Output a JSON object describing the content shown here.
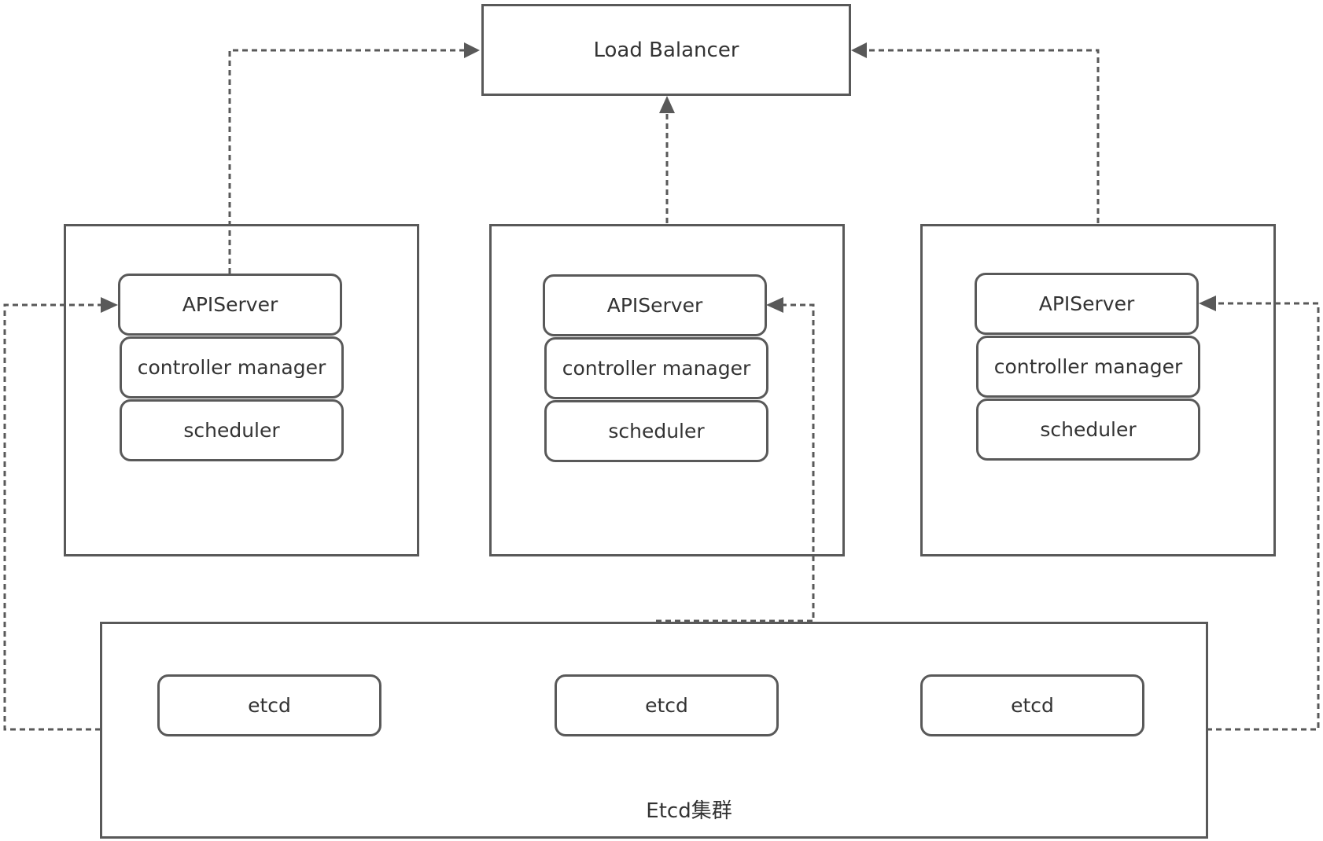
{
  "load_balancer": {
    "label": "Load Balancer"
  },
  "masters": [
    {
      "apiserver": "APIServer",
      "controller_manager": "controller manager",
      "scheduler": "scheduler"
    },
    {
      "apiserver": "APIServer",
      "controller_manager": "controller manager",
      "scheduler": "scheduler"
    },
    {
      "apiserver": "APIServer",
      "controller_manager": "controller manager",
      "scheduler": "scheduler"
    }
  ],
  "etcd_cluster": {
    "label": "Etcd集群",
    "members": [
      "etcd",
      "etcd",
      "etcd"
    ]
  },
  "colors": {
    "stroke": "#595959",
    "text": "#333333",
    "background": "#ffffff"
  }
}
